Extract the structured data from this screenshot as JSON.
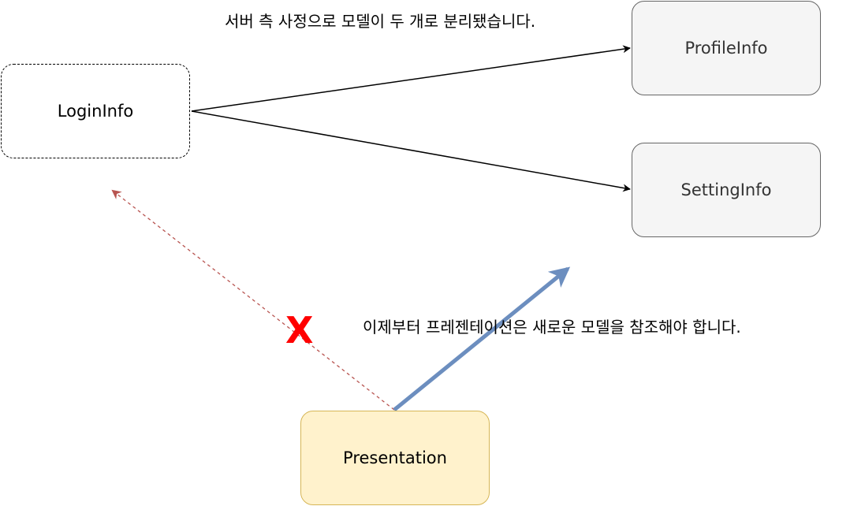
{
  "nodes": {
    "login_info": "LoginInfo",
    "profile_info": "ProfileInfo",
    "setting_info": "SettingInfo",
    "presentation": "Presentation"
  },
  "notes": {
    "server_split": "서버 측 사정으로 모델이 두 개로 분리됐습니다.",
    "presentation_ref": "이제부터 프레젠테이션은 새로운 모델을 참조해야 합니다.",
    "x_mark": "X"
  },
  "colors": {
    "dashed_arrow": "#b85450",
    "blue_arrow": "#6c8ebf",
    "x_mark": "#ff0000",
    "yellow_fill": "#fff2cc",
    "yellow_stroke": "#d6b656",
    "gray_fill": "#f5f5f5",
    "gray_stroke": "#666666"
  }
}
